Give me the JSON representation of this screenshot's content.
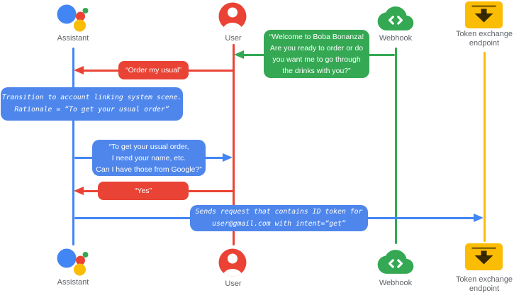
{
  "background": "#ffffff",
  "palette": {
    "assistant_blue": "#4285f4",
    "user_red": "#ea4335",
    "webhook_green": "#34a853",
    "token_yellow": "#fbbc04",
    "bubble_blue": "#4e86ec",
    "label_gray": "#5f6368"
  },
  "actors": [
    {
      "id": "assistant",
      "label": "Assistant",
      "color": "#4285f4",
      "icon": "google-assistant-logo"
    },
    {
      "id": "user",
      "label": "User",
      "color": "#ea4335",
      "icon": "person-icon"
    },
    {
      "id": "webhook",
      "label": "Webhook",
      "color": "#34a853",
      "icon": "cloud-code-icon"
    },
    {
      "id": "token_endpoint",
      "label": "Token exchange\nendpoint",
      "color": "#fbbc04",
      "icon": "token-exchange-endpoint-icon"
    }
  ],
  "messages": [
    {
      "id": "welcome",
      "from": "webhook",
      "to": "user",
      "kind": "speech",
      "color": "#34a853",
      "text": "“Welcome to Boba Bonanza!\nAre you ready to order or do\nyou want me to go through\nthe drinks with you?”"
    },
    {
      "id": "order",
      "from": "user",
      "to": "assistant",
      "kind": "speech",
      "color": "#ea4335",
      "text": "“Order my usual”"
    },
    {
      "id": "transition_note",
      "from": "assistant",
      "to": "assistant",
      "kind": "note",
      "color": "#4e86ec",
      "text": "Transition to account linking system scene.\nRationale = “To get your usual order”"
    },
    {
      "id": "ask_google",
      "from": "assistant",
      "to": "user",
      "kind": "speech",
      "color": "#4e86ec",
      "text": "“To get your usual order,\nI need your name, etc.\nCan I have those from Google?”"
    },
    {
      "id": "yes",
      "from": "user",
      "to": "assistant",
      "kind": "speech",
      "color": "#ea4335",
      "text": "“Yes”"
    },
    {
      "id": "send_request",
      "from": "assistant",
      "to": "token_endpoint",
      "kind": "note",
      "color": "#4e86ec",
      "text": "Sends request that contains ID token for\nuser@gmail.com with intent=“get”"
    }
  ]
}
